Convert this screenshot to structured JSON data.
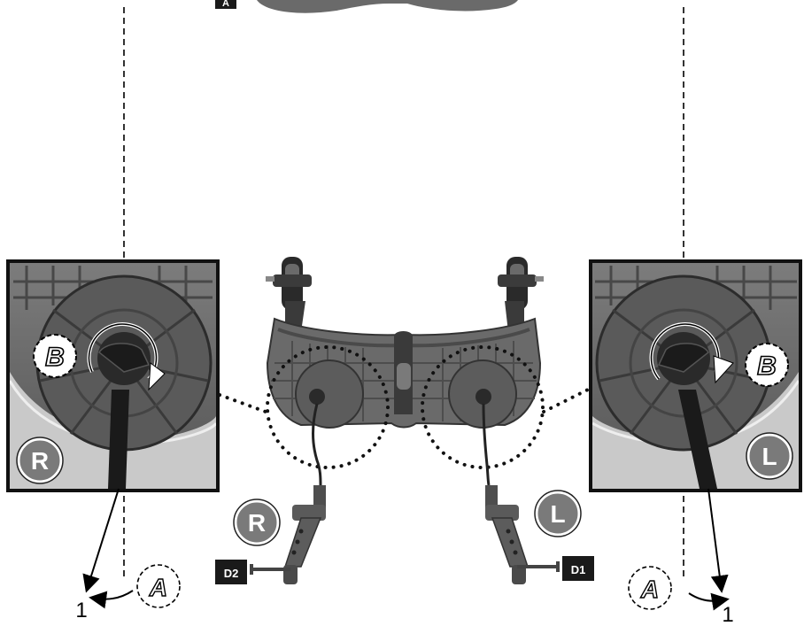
{
  "labels": {
    "top_badge": "A",
    "left_panel_badge": "R",
    "right_panel_badge": "L",
    "callout_b_left": "B",
    "callout_b_right": "B",
    "callout_a_left": "A",
    "callout_a_right": "A",
    "step_left": "1",
    "step_right": "1",
    "side_r": "R",
    "side_l": "L",
    "part_d2": "D2",
    "part_d1": "D1"
  },
  "colors": {
    "plastic_dark": "#4a4a4a",
    "plastic_mid": "#6f6f6f",
    "plastic_light": "#a9a9a9",
    "badge_fill": "#7a7a7a",
    "label_box": "#1a1a1a"
  }
}
